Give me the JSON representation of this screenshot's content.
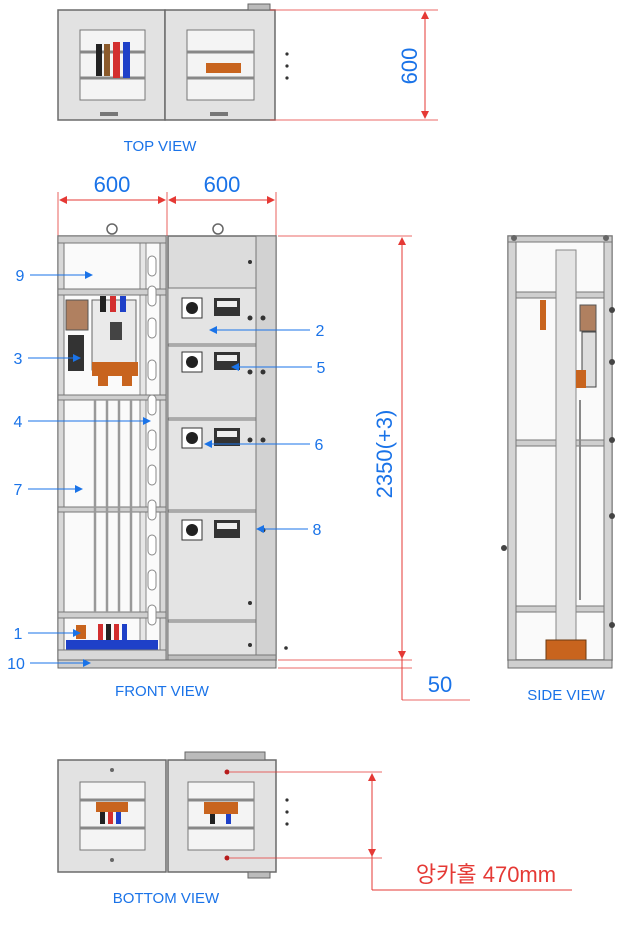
{
  "views": {
    "top": "TOP VIEW",
    "front": "FRONT VIEW",
    "side": "SIDE VIEW",
    "bottom": "BOTTOM VIEW"
  },
  "dimensions": {
    "top_depth": "600",
    "front_width_left": "600",
    "front_width_right": "600",
    "front_height": "2350(+3)",
    "base_height": "50",
    "anchor_hole": "앙카홀 470mm"
  },
  "callouts": {
    "c1": "1",
    "c2": "2",
    "c3": "3",
    "c4": "4",
    "c5": "5",
    "c6": "6",
    "c7": "7",
    "c8": "8",
    "c9": "9",
    "c10": "10"
  },
  "colors": {
    "label_blue": "#1a73e8",
    "dim_red": "#e53935",
    "panel_gray": "#dcdcdc",
    "outline": "#6b6b6b"
  }
}
